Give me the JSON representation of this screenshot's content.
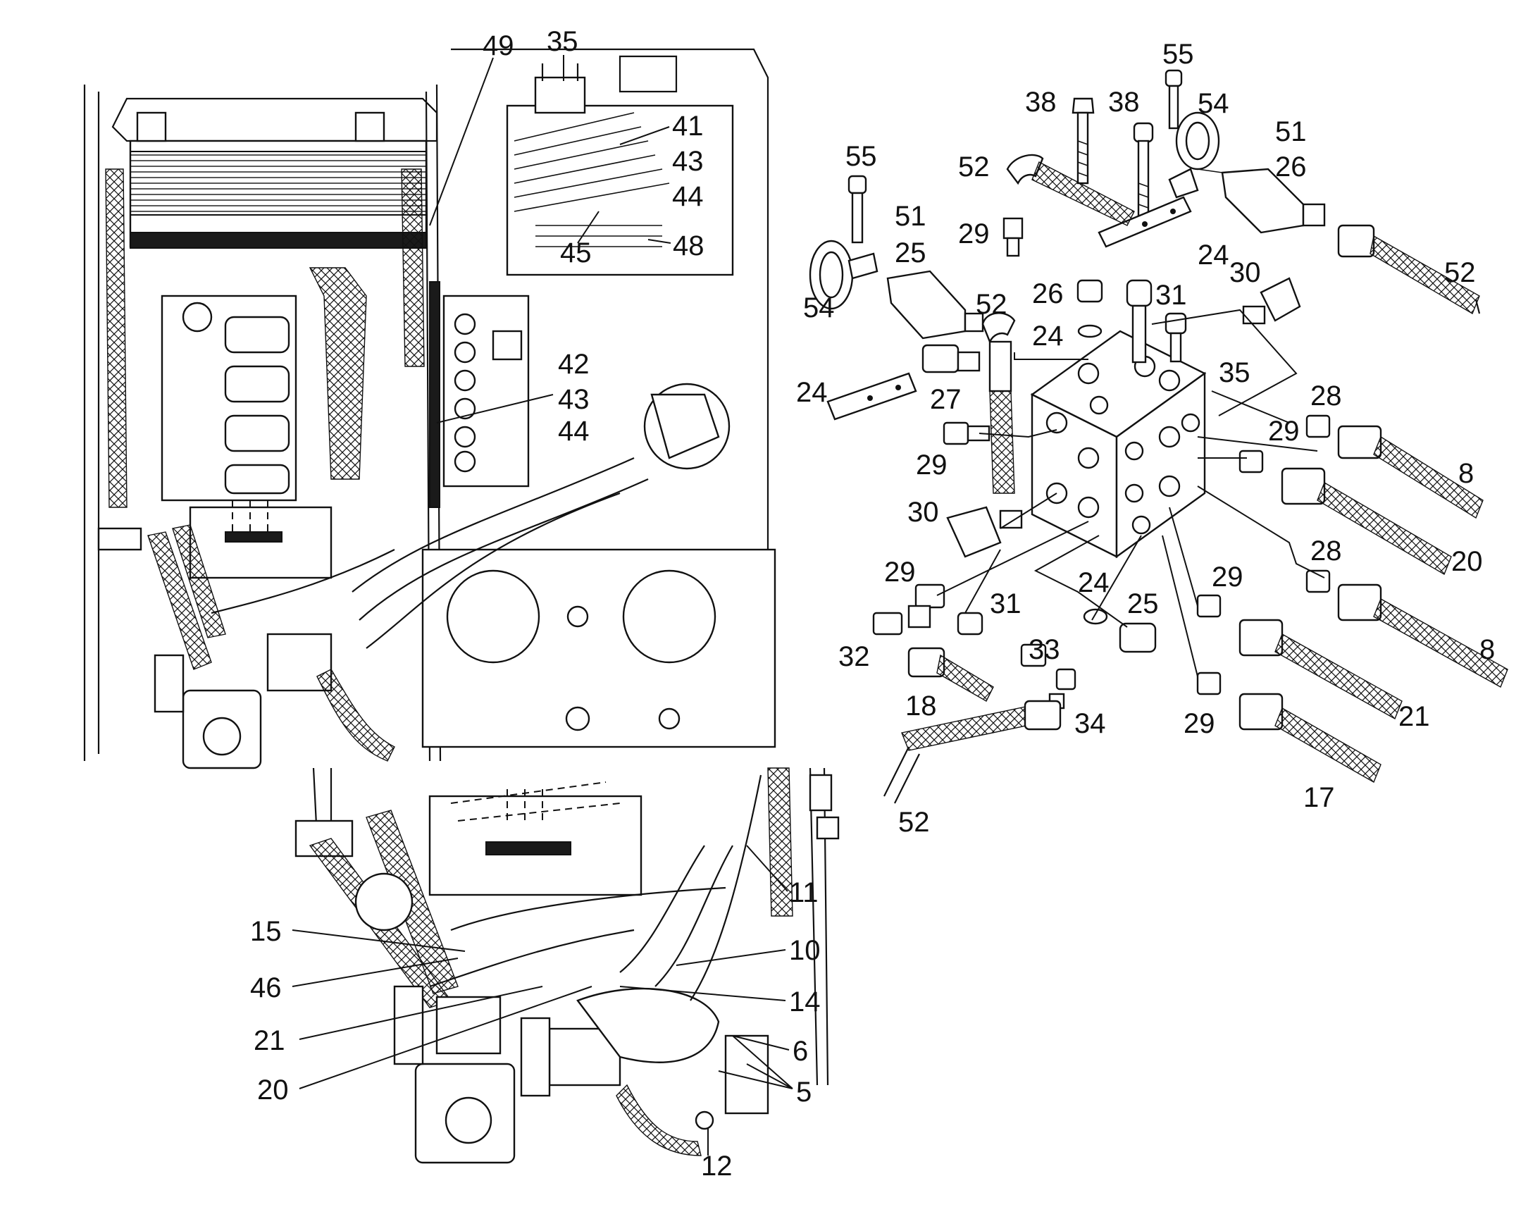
{
  "diagram": {
    "upper_view_callouts": [
      "49",
      "35",
      "41",
      "43",
      "44",
      "45",
      "48",
      "42",
      "43",
      "44"
    ],
    "detail_view_callouts": [
      "11",
      "15",
      "10",
      "46",
      "14",
      "21",
      "6",
      "20",
      "5",
      "12"
    ],
    "exploded_view_callouts": [
      "55",
      "38",
      "38",
      "54",
      "55",
      "52",
      "51",
      "26",
      "51",
      "25",
      "29",
      "24",
      "52",
      "54",
      "52",
      "26",
      "31",
      "30",
      "24",
      "24",
      "35",
      "27",
      "28",
      "29",
      "29",
      "8",
      "30",
      "20",
      "28",
      "29",
      "24",
      "25",
      "31",
      "29",
      "8",
      "32",
      "33",
      "18",
      "34",
      "21",
      "29",
      "17",
      "52"
    ]
  }
}
